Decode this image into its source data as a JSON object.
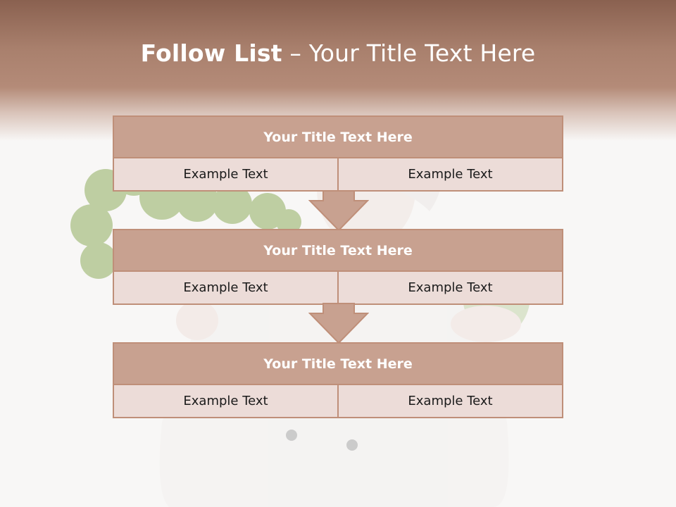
{
  "slide": {
    "title_bold": "Follow List",
    "title_rest": "– Your Title Text Here"
  },
  "blocks": [
    {
      "title": "Your Title Text Here",
      "cells": [
        "Example Text",
        "Example Text"
      ]
    },
    {
      "title": "Your Title Text Here",
      "cells": [
        "Example Text",
        "Example Text"
      ]
    },
    {
      "title": "Your Title Text Here",
      "cells": [
        "Example Text",
        "Example Text"
      ]
    }
  ],
  "colors": {
    "header": "#a9806d",
    "block_title": "#c8a190",
    "block_cell": "#ecdcd8",
    "border": "#bf8f79",
    "arrow": "#c8a190"
  }
}
